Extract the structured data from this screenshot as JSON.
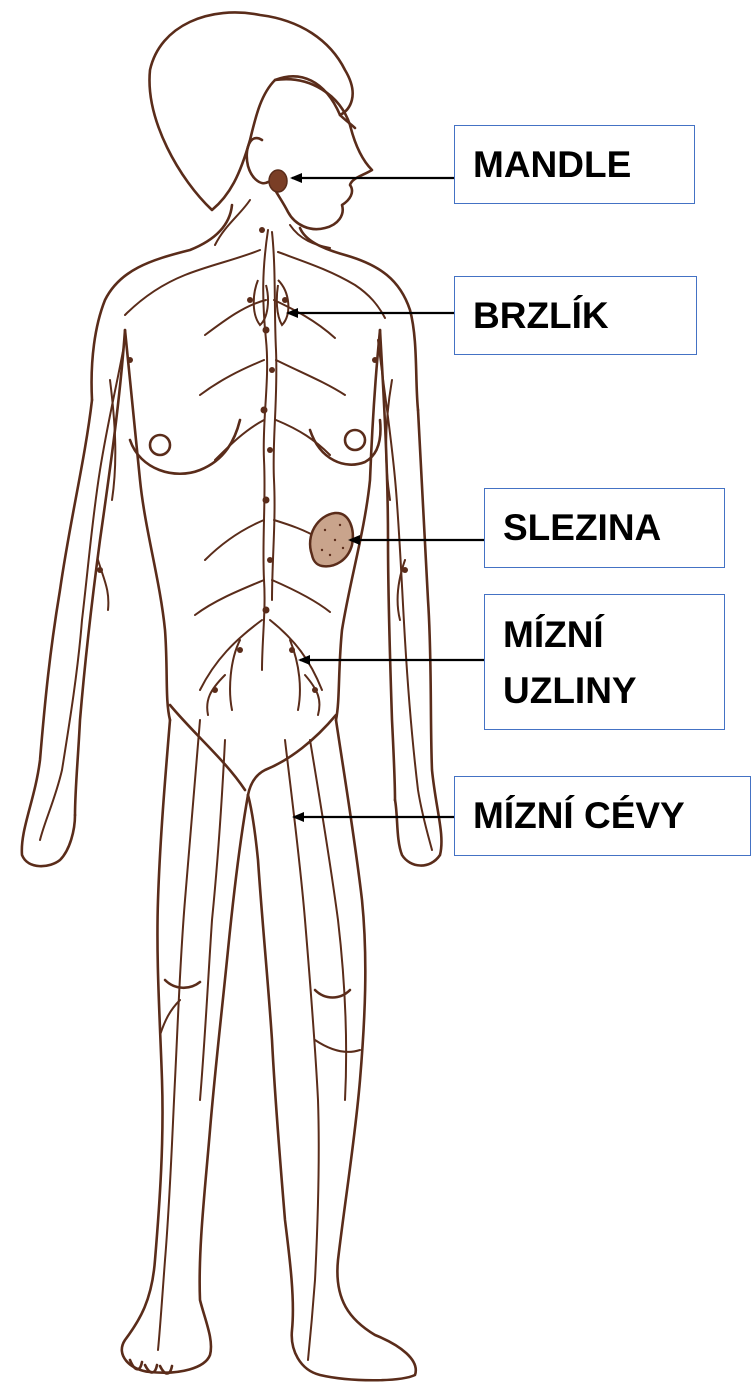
{
  "diagram": {
    "labels": {
      "mandle": "MANDLE",
      "brzlik": "BRZLÍK",
      "slezina": "SLEZINA",
      "mizni_uzliny_line1": "MÍZNÍ",
      "mizni_uzliny_line2": "UZLINY",
      "mizni_cevy": "MÍZNÍ CÉVY"
    },
    "colors": {
      "outline": "#5a2c1a",
      "label_border": "#4472c4",
      "arrow": "#000000",
      "spleen_fill": "#c9a48c",
      "tonsil_fill": "#7a3e26"
    }
  }
}
